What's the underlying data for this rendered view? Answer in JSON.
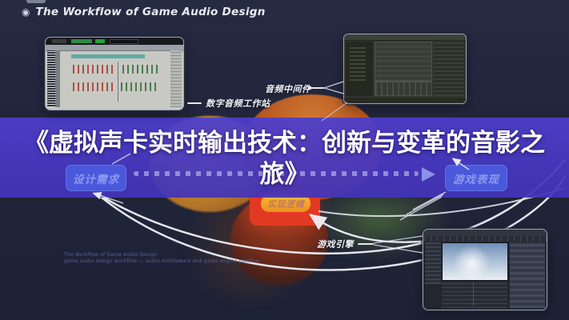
{
  "header": {
    "icon_glyph": "◉",
    "title": "The Workflow of Game Audio Design"
  },
  "hero": {
    "title_line1": "《虚拟声卡实时输出技术：创新与变革的音影之",
    "title_line2": "旅》"
  },
  "flow": {
    "design_label": "设计需求",
    "logic_label": "实现逻辑",
    "performance_label": "游戏表现"
  },
  "callouts": {
    "daw_label": "数字音频工作站",
    "middleware_label": "音频中间件",
    "engine_label": "游戏引擎"
  },
  "footnote": {
    "line1": "The Workflow of Game Audio Design",
    "line2": "game audio design workflow — audio middleware and game engine pipeline"
  },
  "colors": {
    "background": "#20243a",
    "band_purple": "#4a3ac6",
    "node_blue": "#4a58dc",
    "accent_red": "#e23a22",
    "accent_orange": "#f2a528"
  }
}
